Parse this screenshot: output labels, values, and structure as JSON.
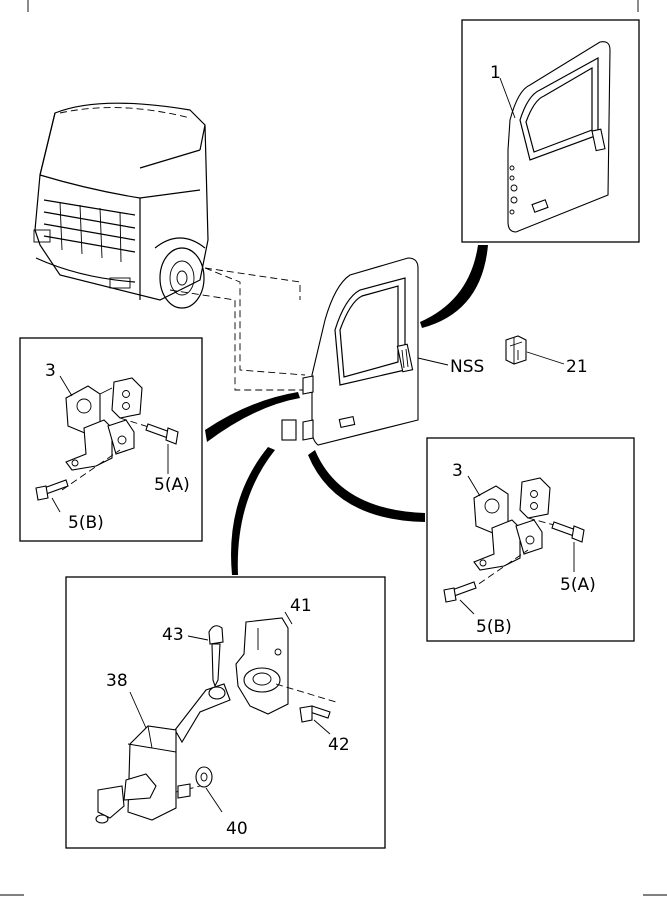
{
  "labels": {
    "door_panel": "1",
    "door_side": "NSS",
    "clip": "21",
    "hinge_left": "3",
    "bolt_a_left": "5(A)",
    "bolt_b_left": "5(B)",
    "hinge_right": "3",
    "bolt_a_right": "5(A)",
    "bolt_b_right": "5(B)",
    "check_link": "38",
    "bracket": "41",
    "pin": "43",
    "bolt_42": "42",
    "washer": "40"
  }
}
